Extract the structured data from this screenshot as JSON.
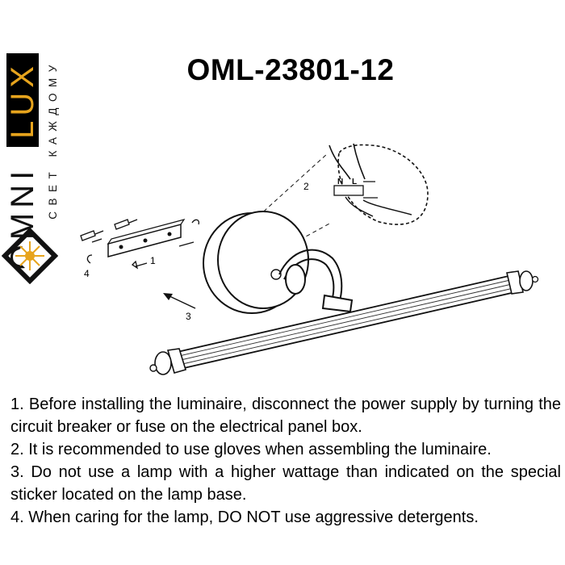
{
  "brand": {
    "logo_left": "OMNI",
    "logo_right": "LUX",
    "tagline": "СВЕТ КАЖДОМУ",
    "accent_color": "#e7a41d"
  },
  "title": "OML-23801-12",
  "diagram": {
    "step_labels": [
      "1",
      "2",
      "3",
      "4"
    ],
    "terminal_labels": [
      "N",
      "L"
    ]
  },
  "instructions": [
    "1. Before installing the luminaire, disconnect the power supply by turning the circuit breaker or fuse on the electrical panel box.",
    "2. It is recommended to use gloves when assembling the luminaire.",
    "3. Do not use a lamp with a higher wattage than indicated on the special sticker located on the lamp base.",
    "4. When caring for the lamp, DO NOT use aggressive detergents."
  ]
}
